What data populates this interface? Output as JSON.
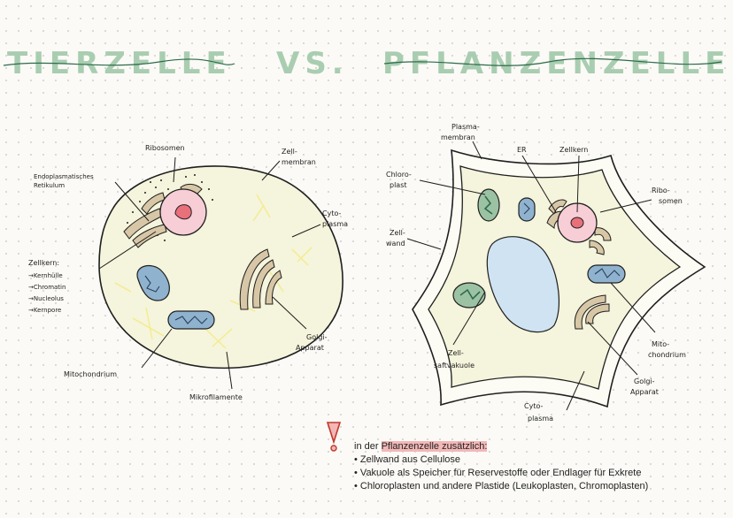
{
  "title": {
    "left": "TIERZELLE",
    "vs": "VS.",
    "right": "PFLANZENZELLE"
  },
  "animal_cell": {
    "labels": {
      "ribosomen": "Ribosomen",
      "zellmembran_1": "Zell-",
      "zellmembran_2": "membran",
      "er_1": "Endoplasmatisches",
      "er_2": "Retikulum",
      "cytoplasma_1": "Cyto-",
      "cytoplasma_2": "plasma",
      "zellkern": "Zellkern:",
      "kernhuelle": "→Kernhülle",
      "chromatin": "→Chromatin",
      "nucleolus": "→Nucleolus",
      "kernpore": "→Kernpore",
      "golgi_1": "Golgi-",
      "golgi_2": "Apparat",
      "mitochondrium": "Mitochondrium",
      "mikrofilamente": "Mikrofilamente"
    }
  },
  "plant_cell": {
    "labels": {
      "plasmamembran_1": "Plasma-",
      "plasmamembran_2": "membran",
      "er": "ER",
      "zellkern": "Zellkern",
      "chloroplast_1": "Chloro-",
      "chloroplast_2": "plast",
      "ribosomen_1": "Ribo-",
      "ribosomen_2": "somen",
      "zellwand_1": "Zell-",
      "zellwand_2": "wand",
      "vakuole_1": "Zell-",
      "vakuole_2": "saftvakuole",
      "mitochondrium_1": "Mito-",
      "mitochondrium_2": "chondrium",
      "golgi_1": "Golgi-",
      "golgi_2": "Apparat",
      "cytoplasma_1": "Cyto-",
      "cytoplasma_2": "plasma"
    }
  },
  "notes": {
    "intro": "in der ",
    "highlight": "Pflanzenzelle zusätzlich:",
    "items": [
      "Zellwand aus Cellulose",
      "Vakuole als Speicher für Reservestoffe oder Endlager für Exkrete",
      "Chloroplasten und andere Plastide (Leukoplasten, Chromoplasten)"
    ]
  },
  "colors": {
    "title": "#a9cdb0",
    "cytoplasm": "#f5f4dc",
    "nucleus": "#f7cdd6",
    "nucleolus": "#e8707a",
    "er_golgi": "#d8c7a6",
    "mitochondrion": "#8fb2cf",
    "chloroplast": "#9cc2a4",
    "vacuole": "#cfe3f2",
    "highlight": "#f3b7b7"
  }
}
